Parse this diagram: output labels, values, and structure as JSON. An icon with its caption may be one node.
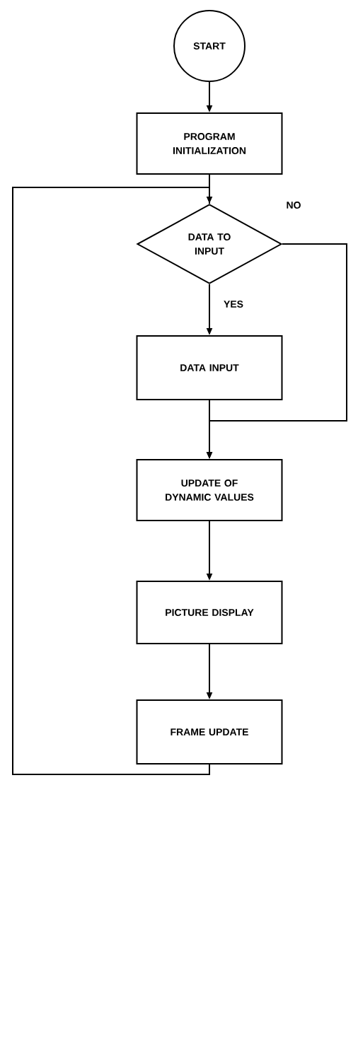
{
  "diagram": {
    "nodes": [
      {
        "text": [
          "START"
        ]
      },
      {
        "text": [
          "PROGRAM INITIALIZATION"
        ]
      },
      {
        "text": [
          "DATA TO INPUT"
        ]
      },
      {
        "text": [
          "DATA INPUT"
        ]
      },
      {
        "text": [
          "UPDATE OF DYNAMIC VALUES"
        ]
      },
      {
        "text": [
          "PICTURE DISPLAY"
        ]
      },
      {
        "text": [
          "FRAME UPDATE"
        ]
      }
    ],
    "edges": [
      {
        "from": 0,
        "to": 1,
        "arrow": "to"
      },
      {
        "from": 1,
        "to": 2,
        "arrow": "none"
      },
      {
        "from": 2,
        "to": 3,
        "arrow": "to",
        "label": "YES"
      },
      {
        "from": 2,
        "to": 4,
        "arrow": "to",
        "label": "NO"
      },
      {
        "from": 3,
        "to": 4,
        "arrow": "to"
      },
      {
        "from": 4,
        "to": 5,
        "arrow": "to"
      },
      {
        "from": 5,
        "to": 6,
        "arrow": "to"
      },
      {
        "from": 6,
        "to": 2,
        "arrow": "to"
      }
    ]
  }
}
